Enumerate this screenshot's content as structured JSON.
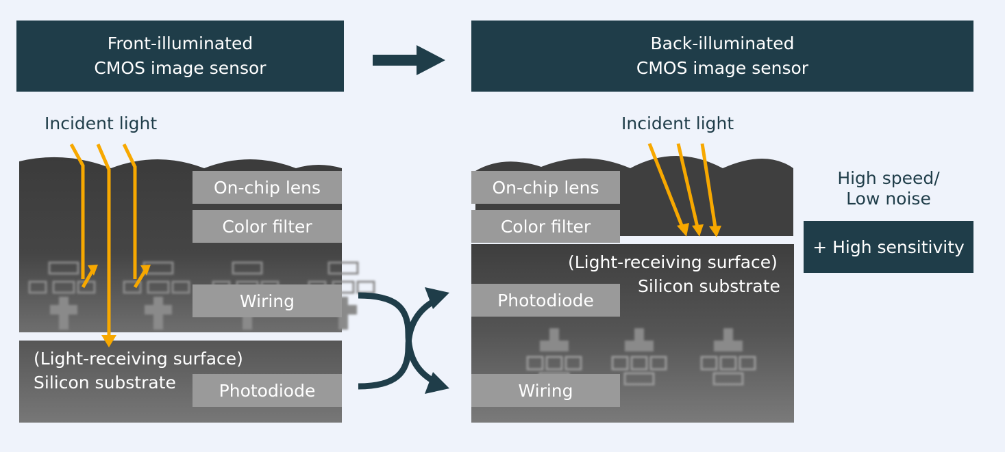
{
  "front": {
    "title_line1": "Front-illuminated",
    "title_line2": "CMOS image sensor",
    "incident_light": "Incident light",
    "on_chip_lens": "On-chip lens",
    "color_filter": "Color filter",
    "wiring": "Wiring",
    "surface_line1": "(Light-receiving surface)",
    "surface_line2": "Silicon substrate",
    "photodiode": "Photodiode"
  },
  "back": {
    "title_line1": "Back-illuminated",
    "title_line2": "CMOS image sensor",
    "incident_light": "Incident light",
    "on_chip_lens": "On-chip lens",
    "color_filter": "Color filter",
    "surface_line1": "(Light-receiving surface)",
    "surface_line2": "Silicon substrate",
    "photodiode": "Photodiode",
    "wiring": "Wiring"
  },
  "benefits": {
    "line1": "High speed/",
    "line2": "Low noise",
    "sensitivity": "+ High sensitivity"
  },
  "colors": {
    "navy": "#1f3d49",
    "light_ray": "#f7a800",
    "label_gray": "#9a9a9a",
    "background": "#eff3fb"
  }
}
